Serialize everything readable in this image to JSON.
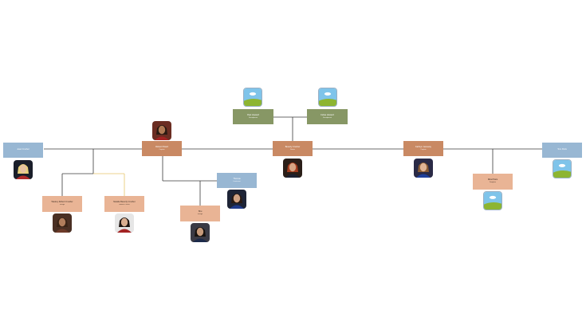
{
  "colors": {
    "rust": "#c98963",
    "peach": "#e9b495",
    "blue": "#98b7d3",
    "olive": "#879765",
    "line_main": "#3a3a3a",
    "line_accent": "#e6c56a",
    "sky": "#7fc4ea",
    "grass": "#8db531"
  },
  "people": {
    "p_left_blue": {
      "name": "Jean Crusher",
      "detail": ""
    },
    "p_center_left": {
      "name": "Robert Picard",
      "detail": "Captain"
    },
    "p_center": {
      "name": "Beverly Crusher",
      "detail": "Doctor"
    },
    "p_right_rust": {
      "name": "Kathryn Janeway",
      "detail": "Captain"
    },
    "p_far_right": {
      "name": "Tom Paris",
      "detail": ""
    },
    "p_top_left": {
      "name": "Paul Howard",
      "detail": "Grandparent"
    },
    "p_top_right": {
      "name": "Felisa Howard",
      "detail": "Grandparent"
    },
    "p_child_1": {
      "name": "Wesley Robert Crusher",
      "detail": "Ensign"
    },
    "p_child_2": {
      "name": "Natalie Beverly Crusher",
      "detail": "Medical Officer"
    },
    "p_blue_mid": {
      "name": "Thomas",
      "detail": "Lieutenant"
    },
    "p_peach_mid": {
      "name": "Shu",
      "detail": "Ensign"
    },
    "p_right_child": {
      "name": "Miral Paris",
      "detail": "Daughter"
    }
  },
  "photos": {
    "ph_robert": {
      "icon": "portrait-photo",
      "skin": "#b07a55",
      "hair": "#2a1a12",
      "bg": "#6b2d22",
      "shirt": "#a32323"
    },
    "ph_beverly": {
      "icon": "portrait-photo",
      "skin": "#d6a584",
      "hair": "#a23c1e",
      "bg": "#2a1e18",
      "shirt": "#1c2030"
    },
    "ph_kathryn": {
      "icon": "portrait-photo",
      "skin": "#e0b596",
      "hair": "#8a5c34",
      "bg": "#2a2a46",
      "shirt": "#1e3f9a"
    },
    "ph_jean": {
      "icon": "portrait-photo",
      "skin": "#e7c2a0",
      "hair": "#e8cf7a",
      "bg": "#1a1e2a",
      "shirt": "#b02a2a"
    },
    "ph_wesley": {
      "icon": "portrait-photo",
      "skin": "#b07d5c",
      "hair": "#3a2416",
      "bg": "#4a3024",
      "shirt": "#6d3b2a"
    },
    "ph_natalie": {
      "icon": "portrait-photo",
      "skin": "#d9ae90",
      "hair": "#1e1410",
      "bg": "#e6e6e6",
      "shirt": "#a32323"
    },
    "ph_thomas": {
      "icon": "portrait-photo",
      "skin": "#d0a283",
      "hair": "#2a1a12",
      "bg": "#1e2436",
      "shirt": "#1f3a8a"
    },
    "ph_shu": {
      "icon": "portrait-photo",
      "skin": "#c69a7a",
      "hair": "#18120e",
      "bg": "#3a3a44",
      "shirt": "#1c2a4a"
    }
  }
}
